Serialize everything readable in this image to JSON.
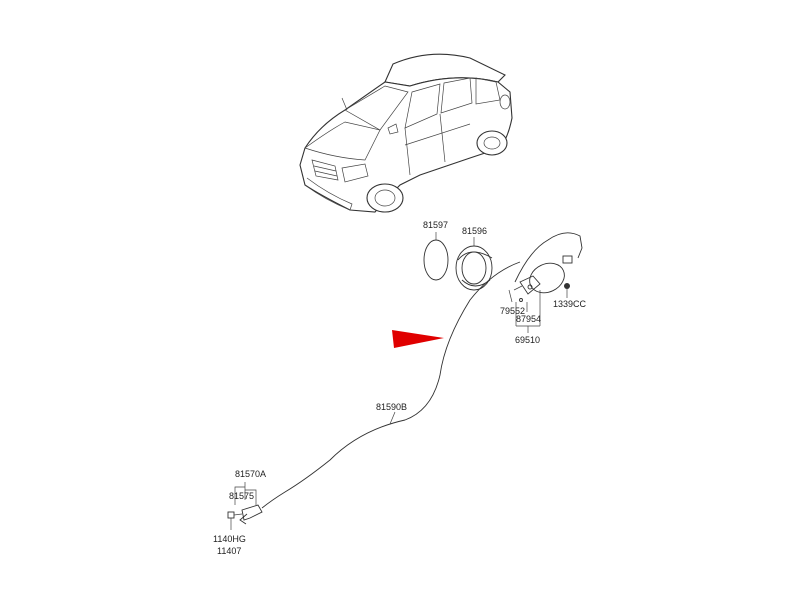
{
  "labels": {
    "p81597": "81597",
    "p81596": "81596",
    "p79552": "79552",
    "p87954": "87954",
    "p69510": "69510",
    "p1339cc": "1339CC",
    "p81590b": "81590B",
    "p81570a": "81570A",
    "p81575": "81575",
    "p1140hg": "1140HG",
    "p11407": "11407"
  },
  "colors": {
    "arrow": "#e00000",
    "line": "#333333"
  }
}
